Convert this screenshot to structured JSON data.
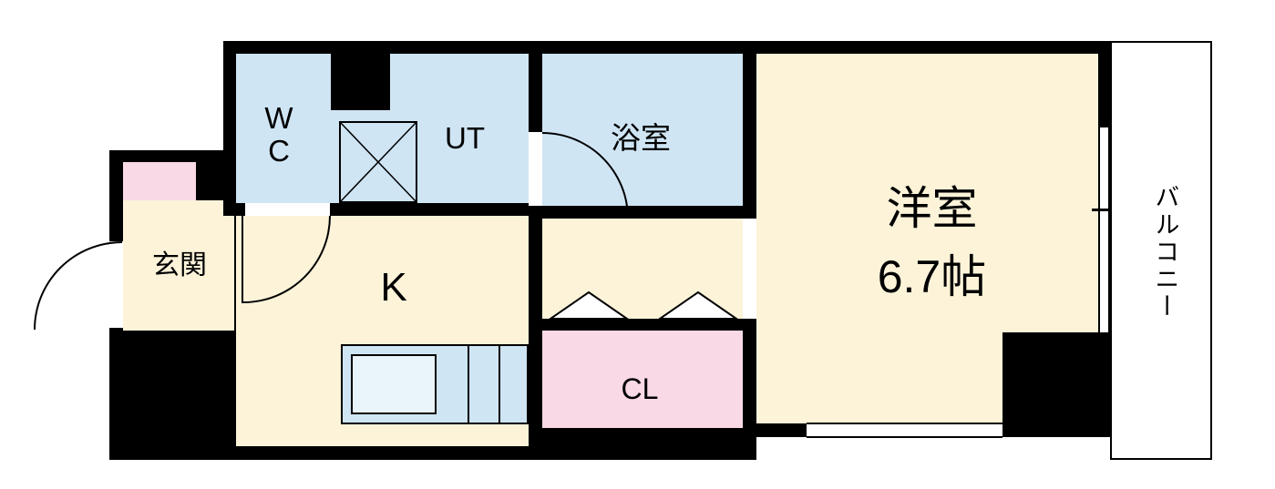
{
  "floorplan": {
    "rooms": {
      "wc": {
        "label": "WC"
      },
      "utility": {
        "label": "UT"
      },
      "bath": {
        "label": "浴室"
      },
      "kitchen": {
        "label": "K"
      },
      "entrance": {
        "label": "玄関"
      },
      "closet": {
        "label": "CL"
      },
      "western_room": {
        "label": "洋室",
        "size": "6.7帖"
      },
      "balcony": {
        "label": "バルコニー"
      }
    },
    "colors": {
      "wall": "#000000",
      "floor_cream": "#fcf3d9",
      "wet_area_blue": "#cfe5f4",
      "closet_pink": "#f9d9e6",
      "sink_fill": "#e9f4fb",
      "background": "#ffffff"
    }
  }
}
